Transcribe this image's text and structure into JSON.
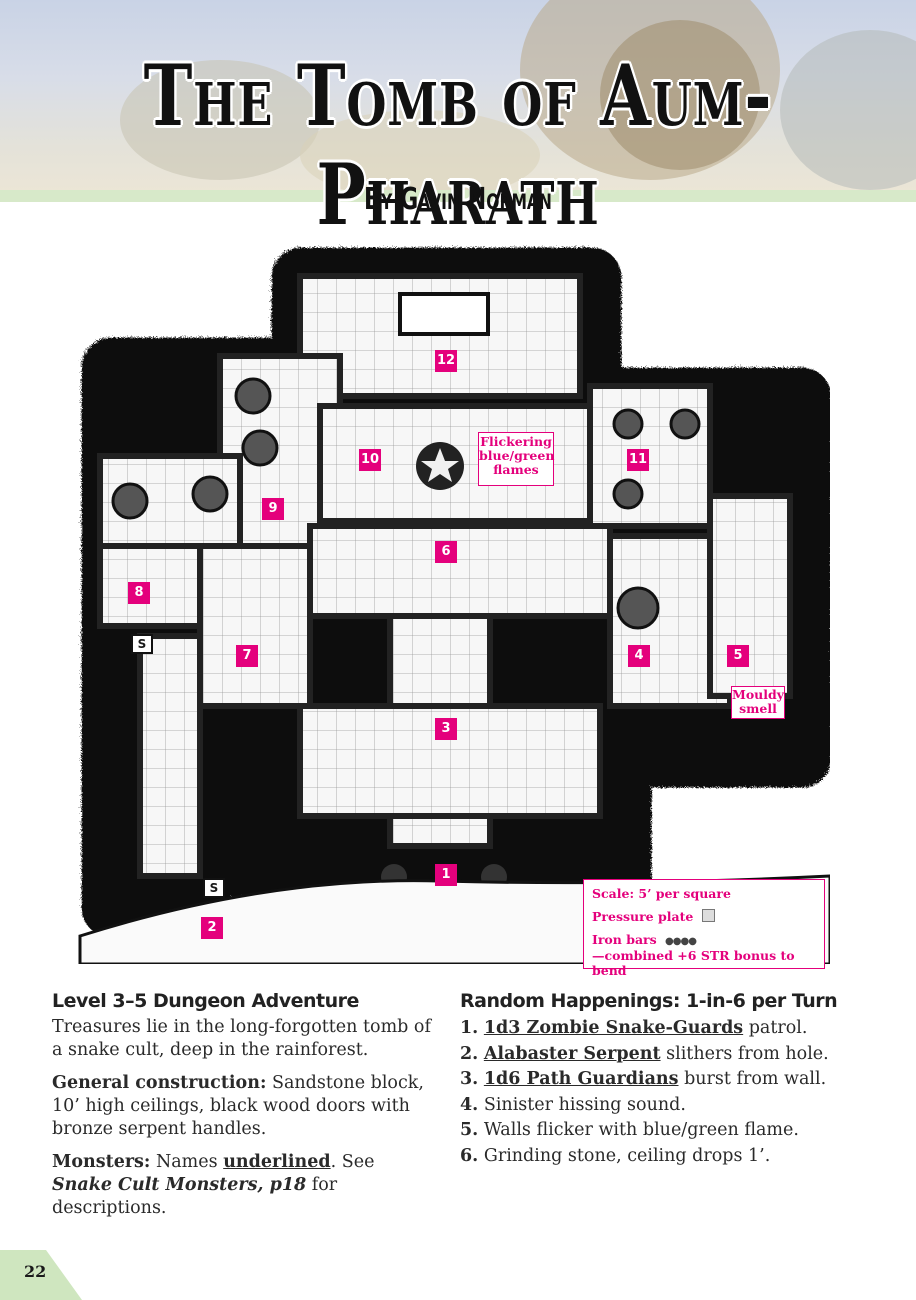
{
  "header": {
    "title": "The Tomb of Aum-Pharath",
    "byline": "By Gavin Norman"
  },
  "map": {
    "areas": [
      "1",
      "2",
      "3",
      "4",
      "5",
      "6",
      "7",
      "8",
      "9",
      "10",
      "11",
      "12"
    ],
    "secret_door_label": "S",
    "notes": {
      "flames": [
        "Flickering",
        "blue/green",
        "flames"
      ],
      "mould": [
        "Mouldy",
        "smell"
      ]
    },
    "legend": {
      "scale": "Scale: 5’ per square",
      "pressure_plate": "Pressure plate",
      "iron_bars": "Iron bars",
      "iron_bars_note": "—combined +6 STR bonus to bend"
    }
  },
  "left": {
    "heading": "Level 3–5 Dungeon Adventure",
    "intro": "Treasures lie in the long-forgotten tomb of a snake cult, deep in the rainforest.",
    "construction_label": "General construction:",
    "construction_text": " Sandstone block, 10’ high ceilings, black wood doors with bronze serpent handles.",
    "monsters_label": "Monsters:",
    "monsters_text1": " Names ",
    "monsters_underlined": "underlined",
    "monsters_text2": ". See ",
    "monsters_ref": "Snake Cult Monsters, p18",
    "monsters_text3": " for descriptions."
  },
  "right": {
    "heading": "Random Happenings: 1-in-6 per Turn",
    "items": [
      {
        "n": "1.",
        "name": "1d3 Zombie Snake-Guards",
        "text": " patrol."
      },
      {
        "n": "2.",
        "name": "Alabaster Serpent",
        "text": " slithers from hole."
      },
      {
        "n": "3.",
        "name": "1d6 Path Guardians",
        "text": " burst from wall."
      },
      {
        "n": "4.",
        "name": "",
        "text": " Sinister hissing sound."
      },
      {
        "n": "5.",
        "name": "",
        "text": " Walls flicker with blue/green flame."
      },
      {
        "n": "6.",
        "name": "",
        "text": " Grinding stone, ceiling drops 1’."
      }
    ]
  },
  "footer": {
    "page_number": "22"
  },
  "colors": {
    "accent": "#e4007c",
    "band": "#d7e9c9",
    "corner": "#cfe6bf"
  }
}
